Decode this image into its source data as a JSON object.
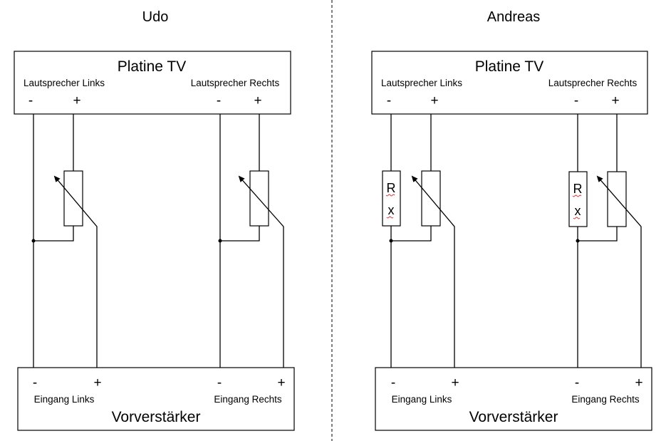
{
  "left": {
    "title": "Udo",
    "top_box": "Platine TV",
    "speaker_left": "Lautsprecher Links",
    "speaker_right": "Lautsprecher Rechts",
    "minus": "-",
    "plus": "+",
    "bottom_box": "Vorverstärker",
    "input_left": "Eingang Links",
    "input_right": "Eingang Rechts"
  },
  "right": {
    "title": "Andreas",
    "top_box": "Platine TV",
    "speaker_left": "Lautsprecher Links",
    "speaker_right": "Lautsprecher Rechts",
    "minus": "-",
    "plus": "+",
    "bottom_box": "Vorverstärker",
    "input_left": "Eingang Links",
    "input_right": "Eingang Rechts",
    "resistor_label_top": "R",
    "resistor_label_bottom": "x"
  }
}
